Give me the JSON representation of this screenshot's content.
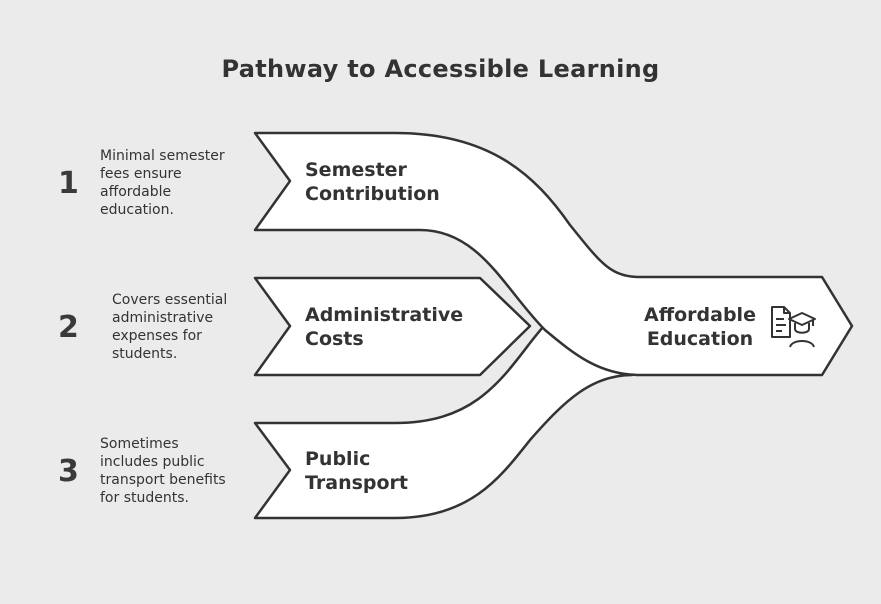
{
  "title": "Pathway to Accessible Learning",
  "steps": [
    {
      "number": "1",
      "label_line1": "Semester",
      "label_line2": "Contribution",
      "desc_lines": [
        "Minimal semester",
        "fees ensure",
        "affordable",
        "education."
      ]
    },
    {
      "number": "2",
      "label_line1": "Administrative",
      "label_line2": "Costs",
      "desc_lines": [
        "Covers essential",
        "administrative",
        "expenses for",
        "students."
      ]
    },
    {
      "number": "3",
      "label_line1": "Public",
      "label_line2": "Transport",
      "desc_lines": [
        "Sometimes",
        "includes public",
        "transport benefits",
        "for students."
      ]
    }
  ],
  "result": {
    "label_line1": "Affordable",
    "label_line2": "Education",
    "icon": "graduate-document-icon"
  },
  "colors": {
    "background": "#ebebeb",
    "arrow_fill": "#ffffff",
    "stroke": "#333333",
    "text": "#333333"
  }
}
